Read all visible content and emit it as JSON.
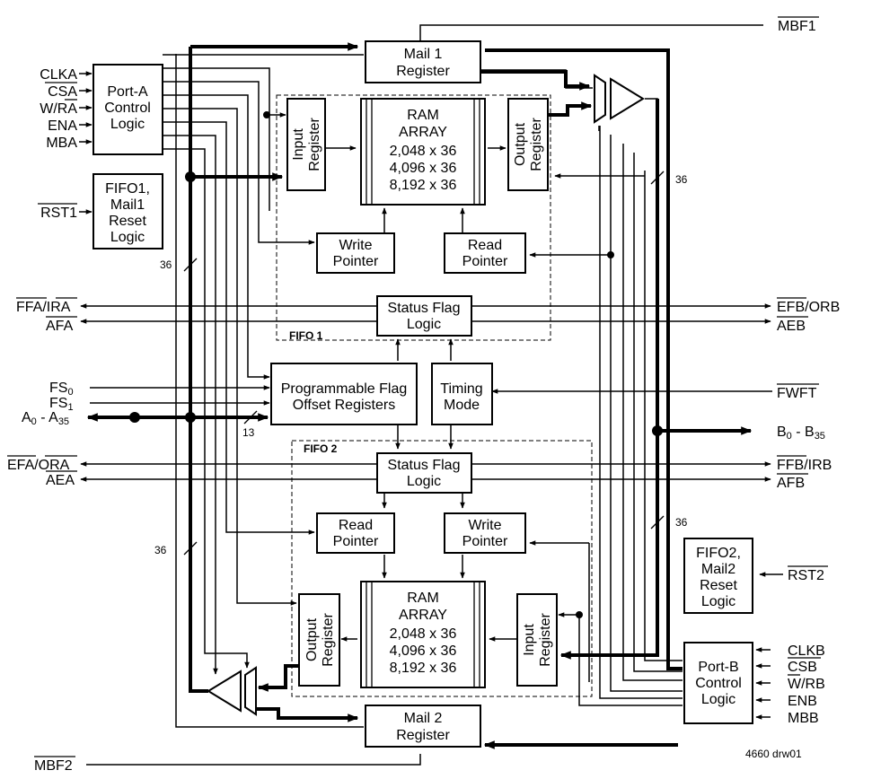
{
  "blocks": {
    "mail1": [
      "Mail 1",
      "Register"
    ],
    "mail2": [
      "Mail 2",
      "Register"
    ],
    "port_a": [
      "Port-A",
      "Control",
      "Logic"
    ],
    "port_b": [
      "Port-B",
      "Control",
      "Logic"
    ],
    "fifo1_reset": [
      "FIFO1,",
      "Mail1",
      "Reset",
      "Logic"
    ],
    "fifo2_reset": [
      "FIFO2,",
      "Mail2",
      "Reset",
      "Logic"
    ],
    "ram1": [
      "RAM",
      "ARRAY",
      "2,048 x 36",
      "4,096 x 36",
      "8,192 x 36"
    ],
    "ram2": [
      "RAM",
      "ARRAY",
      "2,048 x 36",
      "4,096 x 36",
      "8,192 x 36"
    ],
    "input_reg1": [
      "Input",
      "Register"
    ],
    "output_reg1": [
      "Output",
      "Register"
    ],
    "input_reg2": [
      "Input",
      "Register"
    ],
    "output_reg2": [
      "Output",
      "Register"
    ],
    "write_ptr1": [
      "Write",
      "Pointer"
    ],
    "read_ptr1": [
      "Read",
      "Pointer"
    ],
    "read_ptr2": [
      "Read",
      "Pointer"
    ],
    "write_ptr2": [
      "Write",
      "Pointer"
    ],
    "status1": [
      "Status Flag",
      "Logic"
    ],
    "status2": [
      "Status Flag",
      "Logic"
    ],
    "prog_flag": [
      "Programmable Flag",
      "Offset Registers"
    ],
    "timing": [
      "Timing",
      "Mode"
    ]
  },
  "fifo_labels": {
    "fifo1": "FIFO 1",
    "fifo2": "FIFO 2"
  },
  "signals": {
    "clka": "CLKA",
    "csa": "CSA",
    "wra": "W/RA",
    "ena": "ENA",
    "mba": "MBA",
    "rst1": "RST1",
    "rst2": "RST2",
    "mbf1": "MBF1",
    "mbf2": "MBF2",
    "ffa": "FFA",
    "ira": "/IRA",
    "afa": "AFA",
    "efb": "EFB",
    "orb": "/ORB",
    "aeb": "AEB",
    "fs0": "FS",
    "fs0_sub": "0",
    "fs1": "FS",
    "fs1_sub": "1",
    "a_bus": "A",
    "a_bus_sub1": "0",
    "a_bus_mid": " - A",
    "a_bus_sub2": "35",
    "fwft": "FWFT",
    "b_bus": "B",
    "b_bus_sub1": "0",
    "b_bus_mid": " - B",
    "b_bus_sub2": "35",
    "efa": "EFA",
    "ora": "/ORA",
    "aea": "AEA",
    "ffb": "FFB",
    "irb": "/IRB",
    "afb": "AFB",
    "clkb": "CLKB",
    "csb": "CSB",
    "wrb": "W/RB",
    "enb": "ENB",
    "mbb": "MBB"
  },
  "bus_widths": {
    "w1": "36",
    "w2": "36",
    "w3": "36",
    "w4": "36",
    "w5": "13"
  },
  "figure_id": "4660 drw01"
}
